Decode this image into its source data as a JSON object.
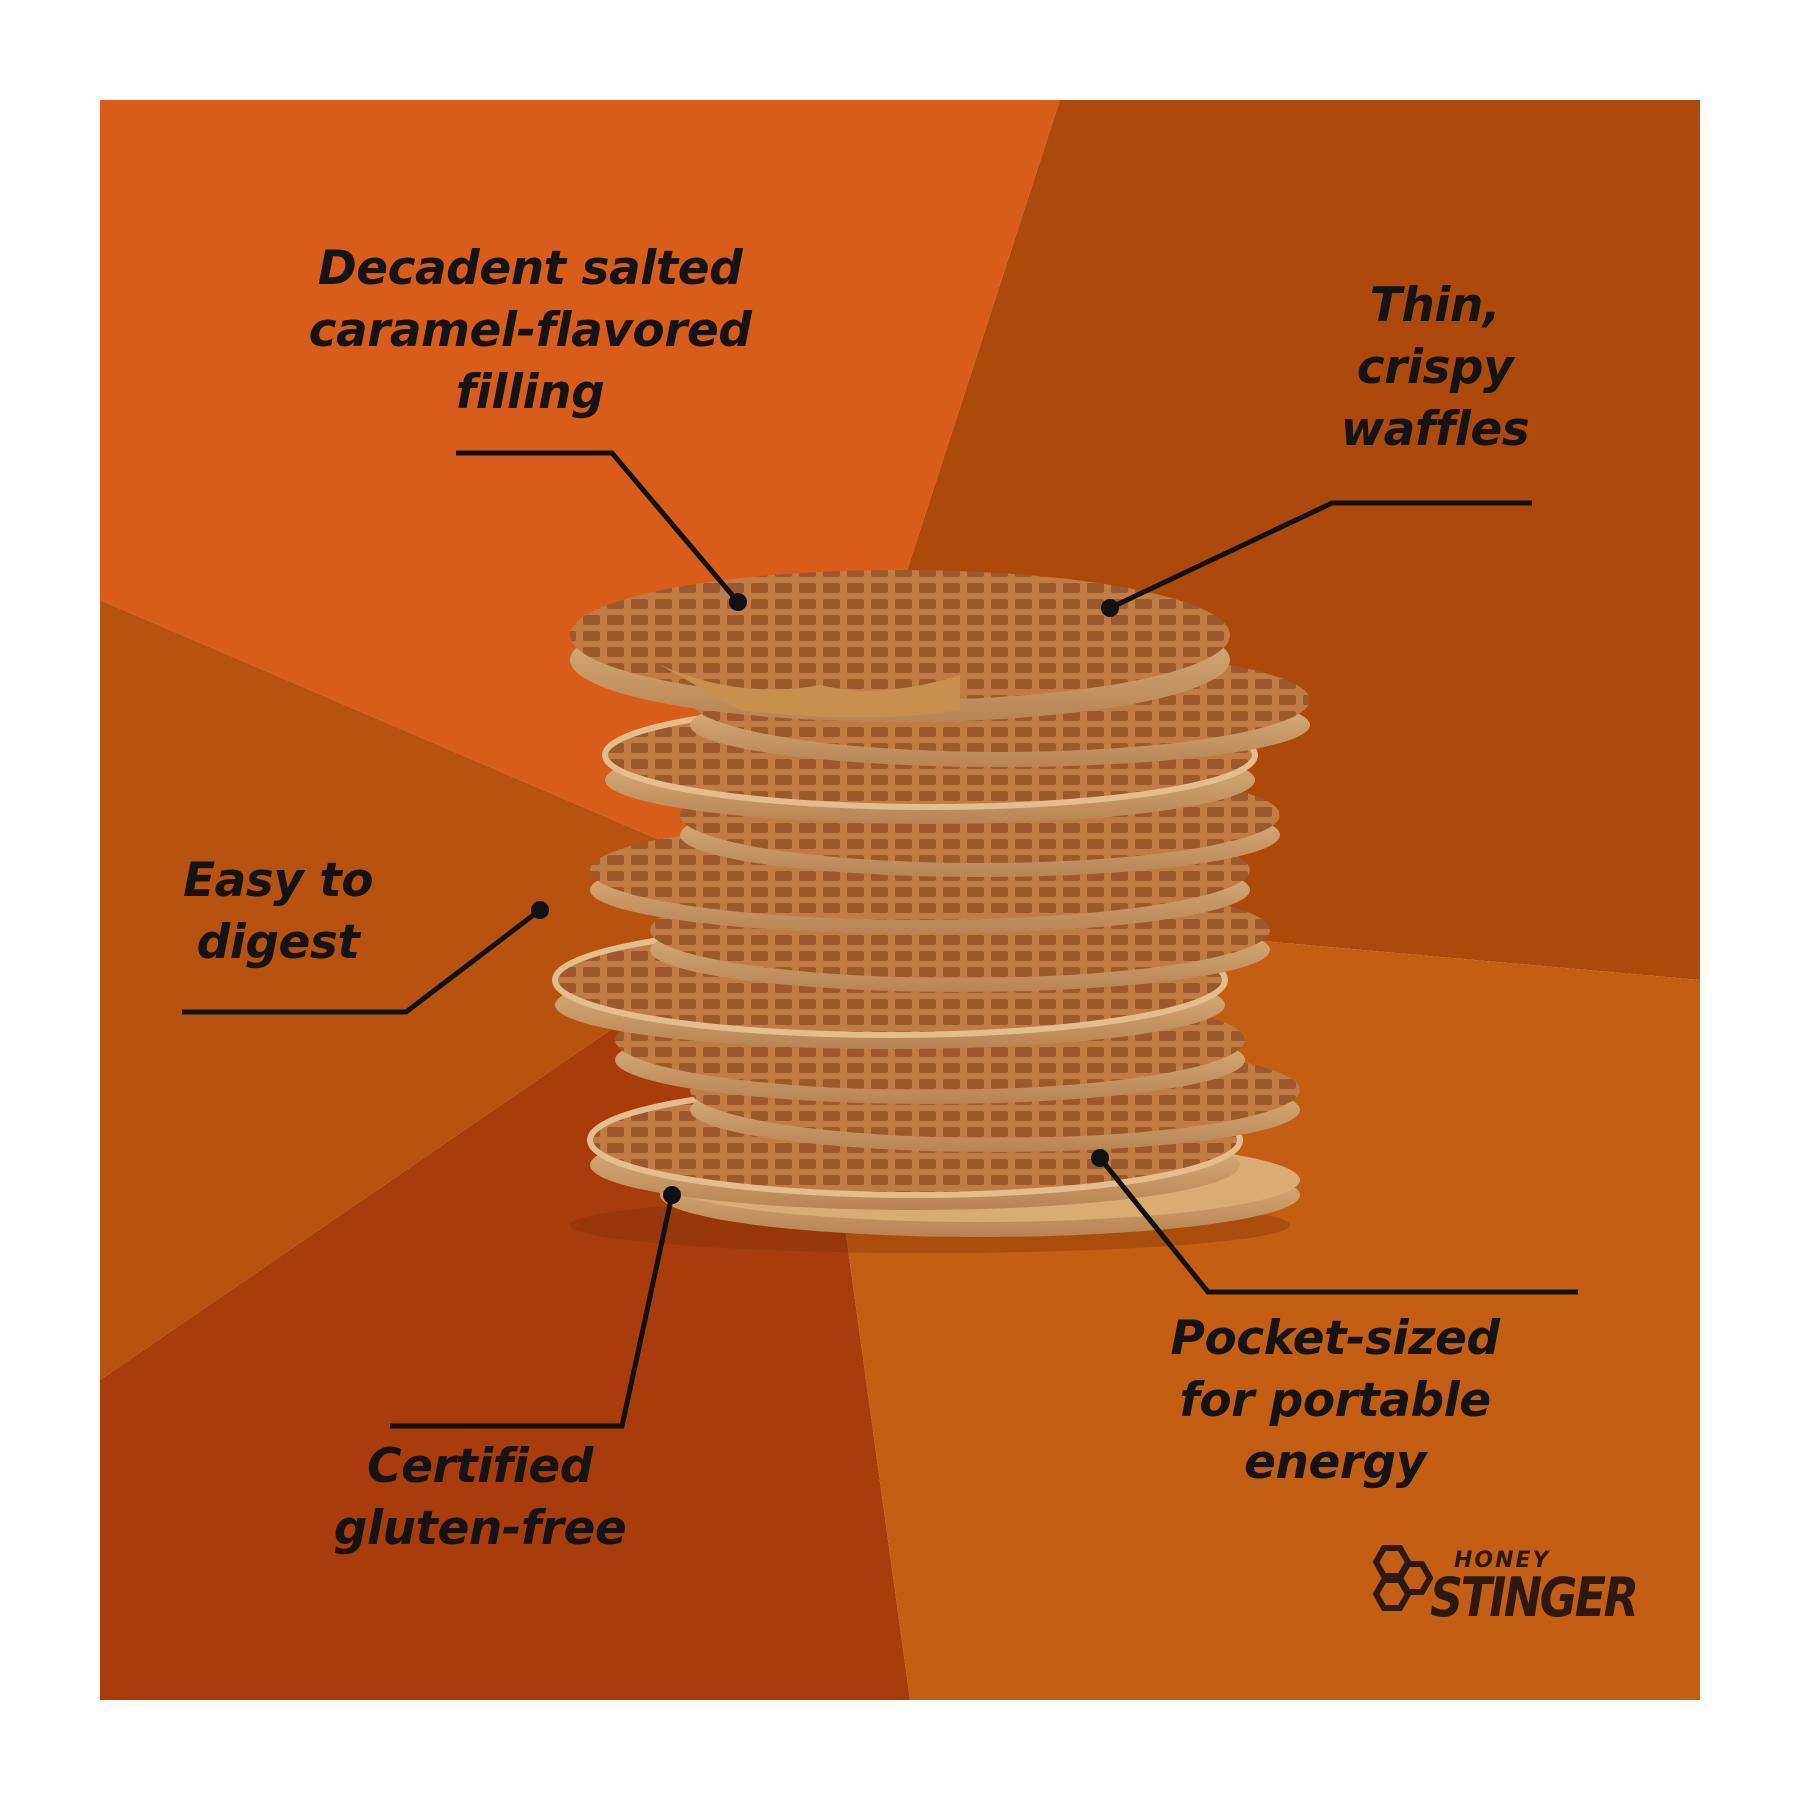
{
  "colors": {
    "orange_bright": "#d95d1a",
    "orange_mid": "#c7571a",
    "orange_burnt": "#b04a0f",
    "orange_rust": "#a83c0b",
    "orange_amber": "#c45e12",
    "orange_deep": "#ad4a0b",
    "text": "#141414",
    "logo": "#2c1a10"
  },
  "callouts": {
    "filling": "Decadent salted caramel-flavored filling",
    "waffles": "Thin, crispy waffles",
    "digest": "Easy to digest",
    "gluten": "Certified gluten-free",
    "pocket": "Pocket-sized for portable energy"
  },
  "logo": {
    "top": "HONEY",
    "bottom": "STINGER",
    "icon": "honeycomb-icon"
  },
  "image": {
    "subject": "stack-of-waffles"
  }
}
